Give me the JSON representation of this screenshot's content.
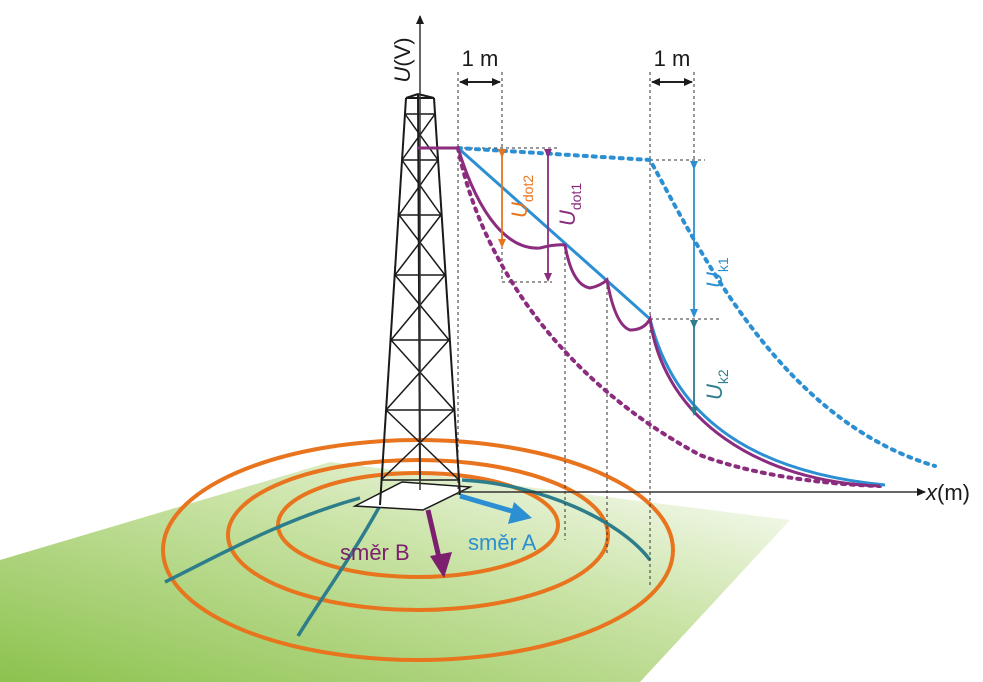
{
  "axes": {
    "y_symbol": "U",
    "y_unit": "(V)",
    "x_symbol": "x",
    "x_unit": "(m)"
  },
  "dimensions": {
    "step_left": "1 m",
    "step_right": "1 m"
  },
  "voltages": {
    "udot2_symbol": "U",
    "udot2_sub": "dot2",
    "udot1_symbol": "U",
    "udot1_sub": "dot1",
    "uk1_symbol": "U",
    "uk1_sub": "k1",
    "uk2_symbol": "U",
    "uk2_sub": "k2"
  },
  "directions": {
    "a": "směr A",
    "b": "směr B"
  },
  "colors": {
    "blue": "#2b8fd2",
    "purple": "#8b2c7e",
    "orange": "#e8741e",
    "teal": "#2e7d8a",
    "ground": "#9ccc5a",
    "ring": "#e8741e",
    "tower": "#1a1a1a"
  }
}
